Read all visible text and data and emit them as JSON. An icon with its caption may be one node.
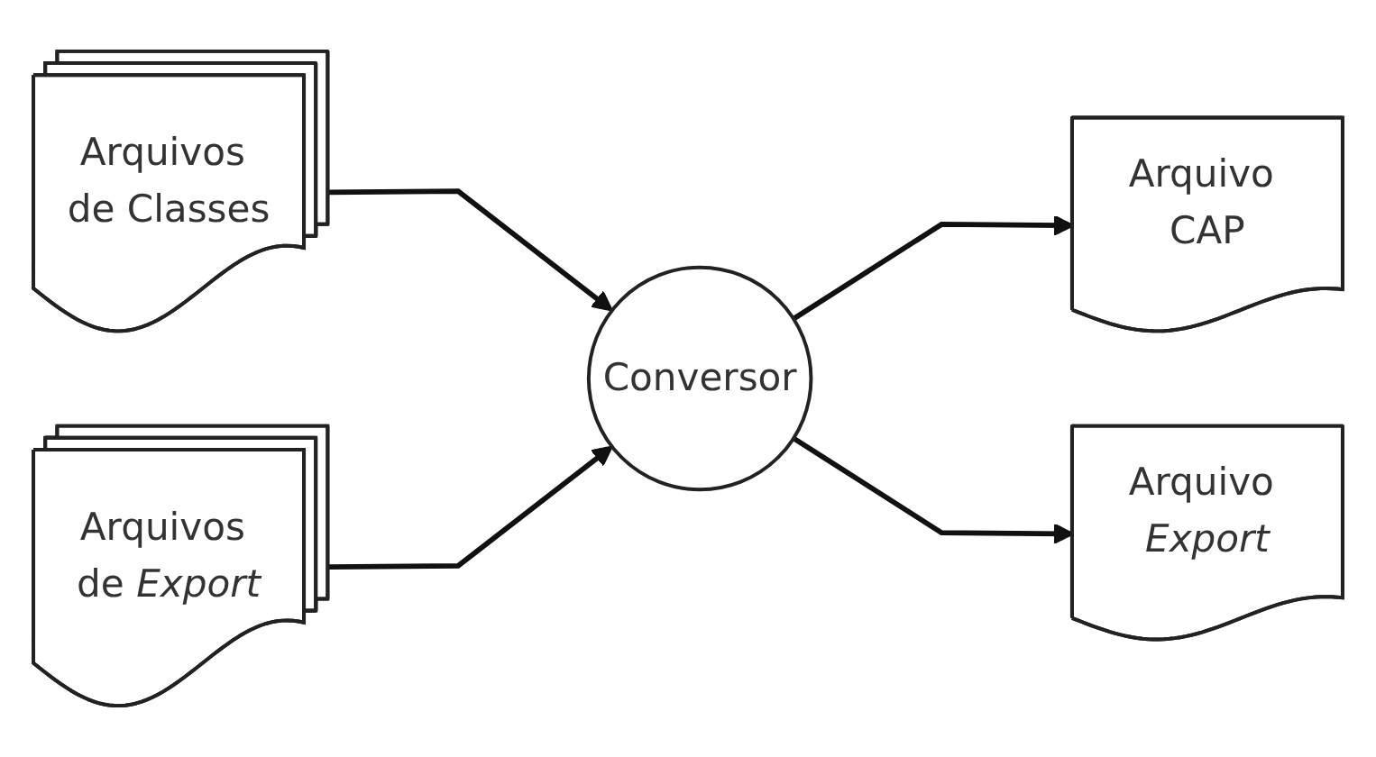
{
  "diagram": {
    "nodes": [
      {
        "text": [
          "Arquivos de Classes"
        ]
      },
      {
        "text": [
          "Arquivos de *Export*"
        ]
      },
      {
        "text": [
          "Conversor"
        ]
      },
      {
        "text": [
          "Arquivo CAP"
        ]
      },
      {
        "text": [
          "Arquivo *Export*"
        ]
      }
    ],
    "edges": [
      {
        "from": 0,
        "to": 2,
        "arrow": "to"
      },
      {
        "from": 1,
        "to": 2,
        "arrow": "to"
      },
      {
        "from": 2,
        "to": 3,
        "arrow": "to"
      },
      {
        "from": 2,
        "to": 4,
        "arrow": "to"
      }
    ]
  }
}
